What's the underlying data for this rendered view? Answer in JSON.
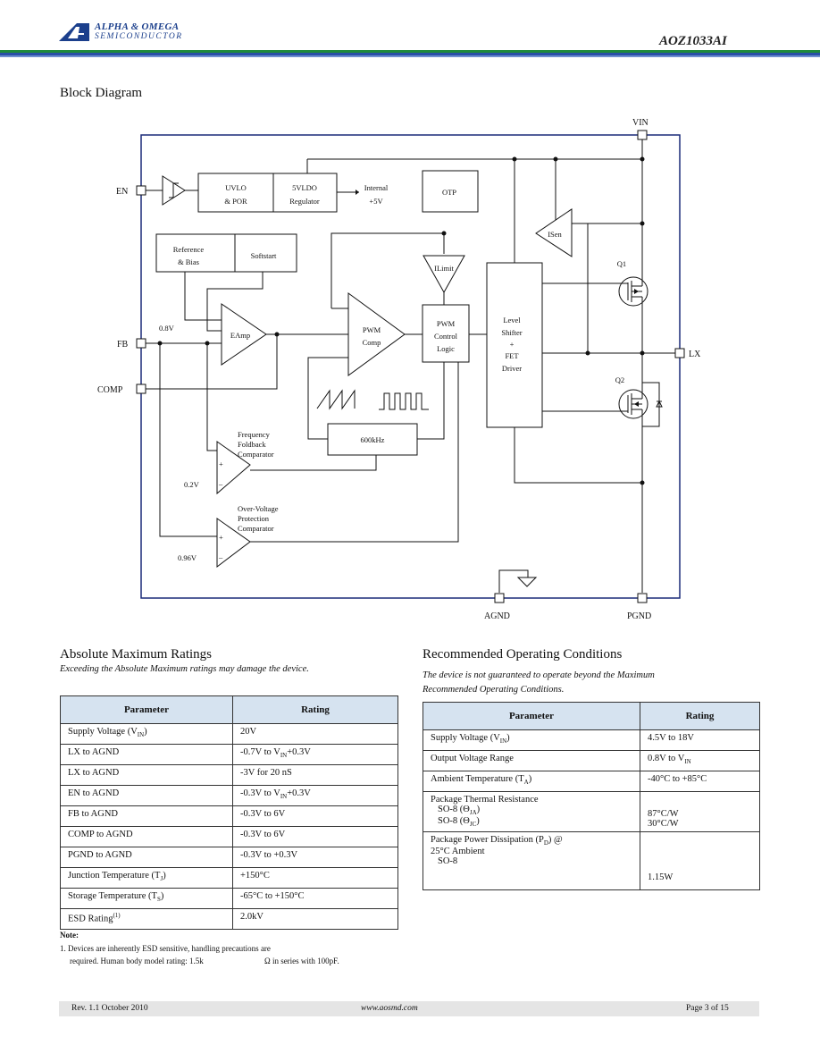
{
  "header": {
    "company": "ALPHA & OMEGA",
    "company_sub": "SEMICONDUCTOR",
    "part_number": "AOZ1033AI"
  },
  "block_diagram": {
    "title": "Block Diagram",
    "pins": {
      "vin": "VIN",
      "en": "EN",
      "fb": "FB",
      "comp": "COMP",
      "lx": "LX",
      "agnd": "AGND",
      "pgnd": "PGND"
    },
    "blocks": {
      "uvlo_1": "UVLO",
      "uvlo_2": "& POR",
      "ldo_1": "5VLDO",
      "ldo_2": "Regulator",
      "internal_1": "Internal",
      "internal_2": "+5V",
      "otp": "OTP",
      "ref_1": "Reference",
      "ref_2": "& Bias",
      "softstart": "Softstart",
      "isen": "ISen",
      "ilimit": "ILimit",
      "eamp": "EAmp",
      "pwm_comp_1": "PWM",
      "pwm_comp_2": "Comp",
      "pwm_logic_1": "PWM",
      "pwm_logic_2": "Control",
      "pwm_logic_3": "Logic",
      "level_1": "Level",
      "level_2": "Shifter",
      "level_3": "+",
      "level_4": "FET",
      "level_5": "Driver",
      "q1": "Q1",
      "q2": "Q2",
      "osc": "600kHz",
      "v08": "0.8V",
      "v02": "0.2V",
      "v096": "0.96V",
      "freq_1": "Frequency",
      "freq_2": "Foldback",
      "freq_3": "Comparator",
      "ov_1": "Over-Voltage",
      "ov_2": "Protection",
      "ov_3": "Comparator",
      "plus": "+",
      "minus": "–"
    }
  },
  "abs_max": {
    "title": "Absolute Maximum Ratings",
    "subtitle": "Exceeding the Absolute Maximum ratings may damage the device.",
    "headers": [
      "Parameter",
      "Rating"
    ],
    "rows": [
      {
        "param": "Supply Voltage (V",
        "sub": "IN",
        "param_end": ")",
        "rating": "20V"
      },
      {
        "param": "LX to AGND",
        "sub": "",
        "param_end": "",
        "rating": "-0.7V to V",
        "rsub": "IN",
        "rating_end": "+0.3V"
      },
      {
        "param": "LX to AGND",
        "sub": "",
        "param_end": "",
        "rating": "-3V for 20 nS"
      },
      {
        "param": "EN to AGND",
        "sub": "",
        "param_end": "",
        "rating": "-0.3V to V",
        "rsub": "IN",
        "rating_end": "+0.3V"
      },
      {
        "param": "FB to AGND",
        "sub": "",
        "param_end": "",
        "rating": "-0.3V to 6V"
      },
      {
        "param": "COMP to AGND",
        "sub": "",
        "param_end": "",
        "rating": "-0.3V to 6V"
      },
      {
        "param": "PGND to AGND",
        "sub": "",
        "param_end": "",
        "rating": "-0.3V to +0.3V"
      },
      {
        "param": "Junction Temperature (T",
        "sub": "J",
        "param_end": ")",
        "rating": "+150°C"
      },
      {
        "param": "Storage Temperature (T",
        "sub": "S",
        "param_end": ")",
        "rating": "-65°C to +150°C"
      },
      {
        "param": "ESD Rating",
        "sup": "(1)",
        "param_end": "",
        "rating": "2.0kV"
      }
    ],
    "note_label": "Note:",
    "note_1": "1. Devices are inherently ESD sensitive, handling precautions are",
    "note_2": "required. Human body model rating: 1.5k",
    "note_3": "Ω in series with 100pF."
  },
  "rec_op": {
    "title": "Recommended Operating Conditions",
    "subtitle": "The device is not guaranteed to operate beyond the Maximum Recommended Operating Conditions.",
    "headers": [
      "Parameter",
      "Rating"
    ],
    "r1_param": "Supply Voltage (V",
    "r1_sub": "IN",
    "r1_end": ")",
    "r1_rating": "4.5V to 18V",
    "r2_param": "Output Voltage Range",
    "r2_rating": "0.8V to V",
    "r2_rsub": "IN",
    "r3_param": "Ambient Temperature (T",
    "r3_sub": "A",
    "r3_end": ")",
    "r3_rating": "-40°C to +85°C",
    "r4_param": "Package Thermal Resistance",
    "r4_a": "SO-8 (",
    "r4_a_theta": "Θ",
    "r4_a_sub": "JA",
    "r4_a_end": ")",
    "r4_b": "SO-8 (",
    "r4_b_theta": "Θ",
    "r4_b_sub": "JC",
    "r4_b_end": ")",
    "r4_rating_a": "87°C/W",
    "r4_rating_b": "30°C/W",
    "r5_param": "Package Power Dissipation (P",
    "r5_sub": "D",
    "r5_end": ") @",
    "r5_line2": "25°C Ambient",
    "r5_line3": "SO-8",
    "r5_rating": "1.15W"
  },
  "footer": {
    "rev": "Rev. 1.1 October 2010",
    "url": "www.aosmd.com",
    "page": "Page 3 of 15"
  },
  "colors": {
    "brand": "#1b3f8c",
    "diagram_border": "#1a2a78",
    "bar_green": "#1f8a3c",
    "bar_blue": "#2a4fa8"
  }
}
